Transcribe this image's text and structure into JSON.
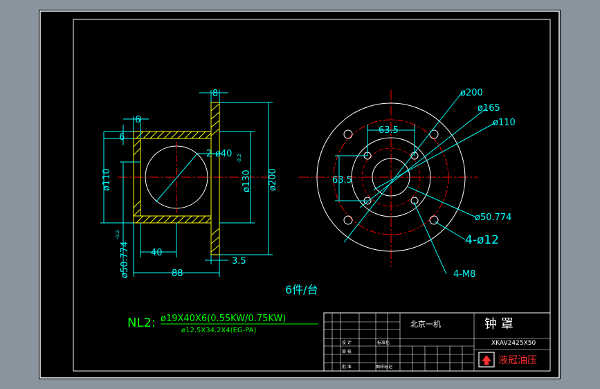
{
  "drawing": {
    "part_view": {
      "dim_8": "8",
      "dim_6": "6",
      "dim_6b": "6",
      "dia_110": "ø110",
      "dia_40": "2-ø40",
      "dia_130": "ø130",
      "dia_130_tol": "-0.2",
      "dia_200": "ø200",
      "dia_50774": "ø50.774",
      "dia_50774_tol": "-0.2",
      "dim_40": "40",
      "dim_88": "88",
      "dim_35": "3.5"
    },
    "flange_view": {
      "dia_200": "ø200",
      "dia_165": "ø165",
      "dia_110": "ø110",
      "dim_635_h": "63.5",
      "dim_635_v": "63.5",
      "dia_50774": "ø50.774",
      "holes_12": "4-ø12",
      "thread_m8": "4-M8"
    },
    "quantity_note": "6件/台",
    "nl_label": "NL2:",
    "motor_line1": "ø19X40X6(0.55KW/0.75KW)",
    "motor_line2": "ø12.5X34.2X4(EG-PA)"
  },
  "title_block": {
    "company": "北京一机",
    "part_name": "钟  罩",
    "drawing_number": "XKAV2425X50",
    "logo_text": "液冠油压",
    "small_cells": [
      "设 计",
      "标准化",
      "审 核",
      "批 准",
      "图样标记"
    ],
    "colors": {
      "background": "#000000",
      "frame": "#ffffff",
      "dimension": "#00ffff",
      "centerline": "#ff0000",
      "hatch": "#ffff00",
      "note_green": "#00ff00",
      "title_text": "#ffffff",
      "logo_red": "#ff3030"
    }
  }
}
